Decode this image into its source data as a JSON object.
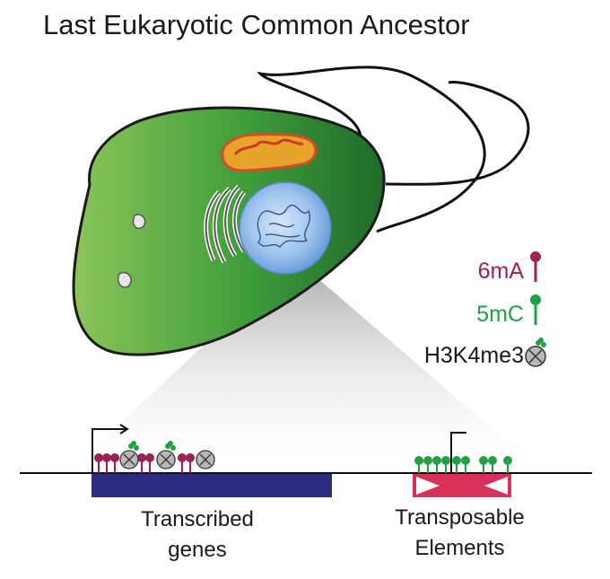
{
  "title": "Last Eukaryotic Common Ancestor",
  "legend": {
    "mark_6ma": {
      "label": "6mA",
      "color": "#9b2257"
    },
    "mark_5mc": {
      "label": "5mC",
      "color": "#23a046"
    },
    "mark_h3k4me3": {
      "label": "H3K4me3",
      "color": "#b0b0b0"
    }
  },
  "genome": {
    "genes_label_line1": "Transcribed",
    "genes_label_line2": "genes",
    "te_label_line1": "Transposable",
    "te_label_line2": "Elements",
    "gene_color": "#2e2a7e",
    "te_color": "#d9305c"
  },
  "cell": {
    "body_color": "#3f9e3a",
    "mitochondrion_color": "#e8a42a",
    "nucleus_color": "#8fb9e6"
  },
  "icons": [
    "cell-icon",
    "flagellum-icon",
    "mitochondrion-icon",
    "nucleus-icon",
    "golgi-icon",
    "histone-icon",
    "methyl-lollipop-icon",
    "tss-arrow-icon"
  ]
}
